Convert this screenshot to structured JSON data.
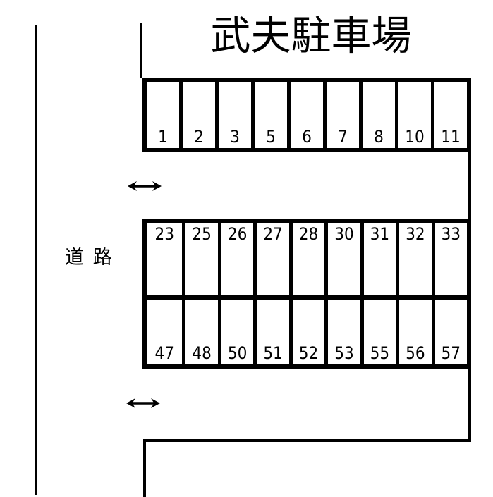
{
  "title": "武夫駐車場",
  "road_label": "道 路",
  "colors": {
    "ink": "#000000",
    "background": "#ffffff"
  },
  "icons": {
    "aisle_arrow": "left-right-arrow-icon"
  },
  "parking": {
    "top_row": {
      "spaces": [
        "1",
        "2",
        "3",
        "5",
        "6",
        "7",
        "8",
        "10",
        "11"
      ]
    },
    "middle_block": {
      "upper_row": [
        "23",
        "25",
        "26",
        "27",
        "28",
        "30",
        "31",
        "32",
        "33"
      ],
      "lower_row": [
        "47",
        "48",
        "50",
        "51",
        "52",
        "53",
        "55",
        "56",
        "57"
      ]
    }
  }
}
